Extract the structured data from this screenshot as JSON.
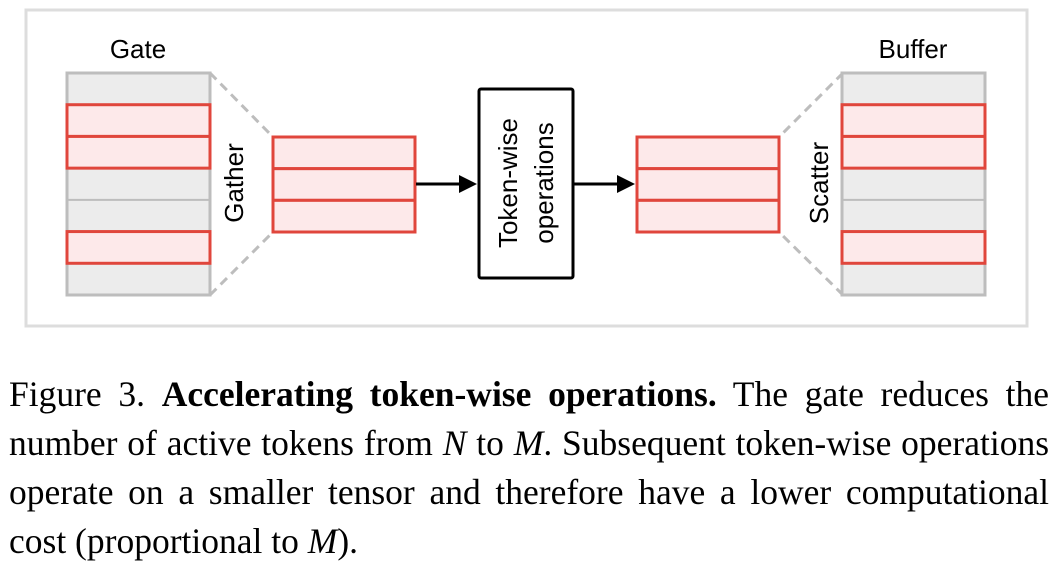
{
  "diagram": {
    "gate_label": "Gate",
    "buffer_label": "Buffer",
    "gather_label": "Gather",
    "scatter_label": "Scatter",
    "ops_label_line1": "Token-wise",
    "ops_label_line2": "operations",
    "gate_rows": [
      "inactive",
      "active",
      "active",
      "inactive",
      "inactive",
      "active",
      "inactive"
    ],
    "gathered_rows": 3,
    "buffer_rows": [
      "inactive",
      "active",
      "active",
      "inactive",
      "inactive",
      "active",
      "inactive"
    ],
    "colors": {
      "active_stroke": "#e0463c",
      "active_fill": "#fde9ea",
      "inactive_stroke": "#bdbdbd",
      "inactive_fill": "#ececec",
      "frame": "#dddddd",
      "dash": "#bdbdbd",
      "arrow": "#000000"
    }
  },
  "caption": {
    "figure_label": "Figure 3.",
    "bold_title": "Accelerating token-wise operations.",
    "text_1": "The gate reduces the number of active tokens from",
    "var_n": "N",
    "text_2": "to",
    "var_m": "M",
    "text_3": ". Subsequent token-wise operations operate on a smaller tensor and therefore have a lower computational cost (proportional to",
    "var_m2": "M",
    "text_4": ")."
  }
}
